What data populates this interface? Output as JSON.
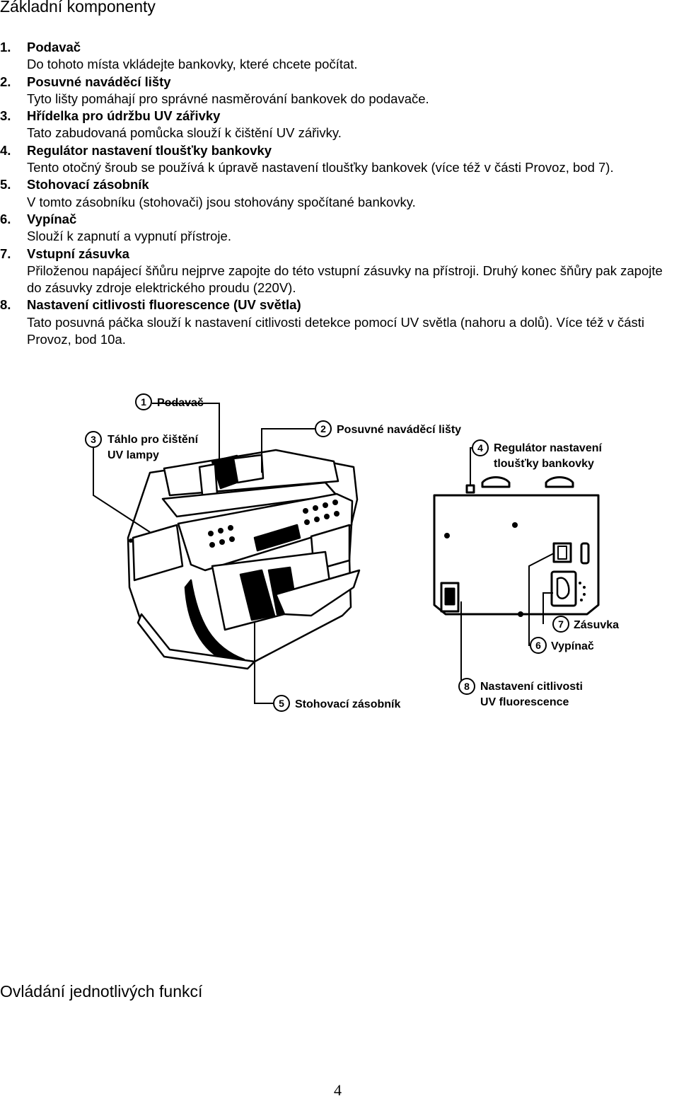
{
  "heading": "Základní komponenty",
  "items": [
    {
      "num": "1.",
      "title": "Podavač",
      "desc": "Do tohoto místa vkládejte bankovky, které chcete počítat."
    },
    {
      "num": "2.",
      "title": "Posuvné naváděcí lišty",
      "desc": "Tyto lišty pomáhají pro správné nasměrování bankovek do podavače."
    },
    {
      "num": "3.",
      "title": "Hřídelka pro údržbu UV zářivky",
      "desc": "Tato zabudovaná pomůcka slouží k čištění UV zářivky."
    },
    {
      "num": "4.",
      "title": "Regulátor nastavení tloušťky bankovky",
      "desc": "Tento otočný šroub se používá k úpravě nastavení tloušťky bankovek (více  též v části Provoz, bod 7)."
    },
    {
      "num": "5.",
      "title": "Stohovací zásobník",
      "desc": "V tomto zásobníku (stohovači) jsou stohovány spočítané bankovky."
    },
    {
      "num": "6.",
      "title": "Vypínač",
      "desc": "Slouží k zapnutí a vypnutí přístroje."
    },
    {
      "num": "7.",
      "title": "Vstupní zásuvka",
      "desc": "Přiloženou napájecí šňůru nejprve zapojte do této vstupní zásuvky na přístroji. Druhý konec šňůry pak zapojte do zásuvky zdroje elektrického proudu (220V)."
    },
    {
      "num": "8.",
      "title": "Nastavení citlivosti fluorescence (UV světla)",
      "desc": "Tato posuvná páčka slouží k nastavení citlivosti detekce pomocí UV světla (nahoru a dolů). Více též v části Provoz, bod 10a."
    }
  ],
  "figure": {
    "callouts": {
      "c1": {
        "num": "1",
        "label": "Podavač"
      },
      "c2": {
        "num": "2",
        "label": "Posuvné naváděcí lišty"
      },
      "c3": {
        "num": "3",
        "line1": "Táhlo pro čištění",
        "line2": "UV lampy"
      },
      "c4": {
        "num": "4",
        "line1": "Regulátor nastavení",
        "line2": "tloušťky bankovky"
      },
      "c5": {
        "num": "5",
        "label": "Stohovací zásobník"
      },
      "c6": {
        "num": "6",
        "label": "Vypínač"
      },
      "c7": {
        "num": "7",
        "label": "Zásuvka"
      },
      "c8": {
        "num": "8",
        "line1": "Nastavení citlivosti",
        "line2": "UV fluorescence"
      }
    }
  },
  "heading2": "Ovládání jednotlivých funkcí",
  "page_number": "4"
}
